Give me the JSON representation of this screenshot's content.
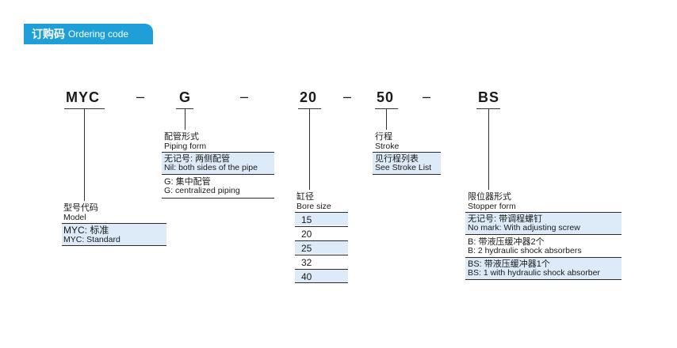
{
  "header": {
    "title_cn": "订购码",
    "title_en": "Ordering code"
  },
  "codes": {
    "model": "MYC",
    "piping": "G",
    "bore": "20",
    "stroke": "50",
    "stopper": "BS"
  },
  "dash": "–",
  "model": {
    "label_cn": "型号代码",
    "label_en": "Model",
    "options": [
      {
        "cn": "MYC: 标准",
        "en": "MYC: Standard"
      }
    ]
  },
  "piping": {
    "label_cn": "配管形式",
    "label_en": "Piping form",
    "options": [
      {
        "cn": "无记号: 两侧配管",
        "en": "Nil: both sides of the pipe"
      },
      {
        "cn": "G: 集中配管",
        "en": "G: centralized piping"
      }
    ]
  },
  "bore": {
    "label_cn": "缸径",
    "label_en": "Bore size",
    "sizes": [
      "15",
      "20",
      "25",
      "32",
      "40"
    ]
  },
  "stroke": {
    "label_cn": "行程",
    "label_en": "Stroke",
    "options": [
      {
        "cn": "见行程列表",
        "en": "See Stroke List"
      }
    ]
  },
  "stopper": {
    "label_cn": "限位器形式",
    "label_en": "Stopper form",
    "options": [
      {
        "cn": "无记号: 带调程螺钉",
        "en": "No mark: With adjusting screw"
      },
      {
        "cn": "B: 带液压缓冲器2个",
        "en": "B: 2 hydraulic shock absorbers"
      },
      {
        "cn": "BS: 带液压缓冲器1个",
        "en": "BS: 1 with hydraulic shock absorber"
      }
    ]
  }
}
